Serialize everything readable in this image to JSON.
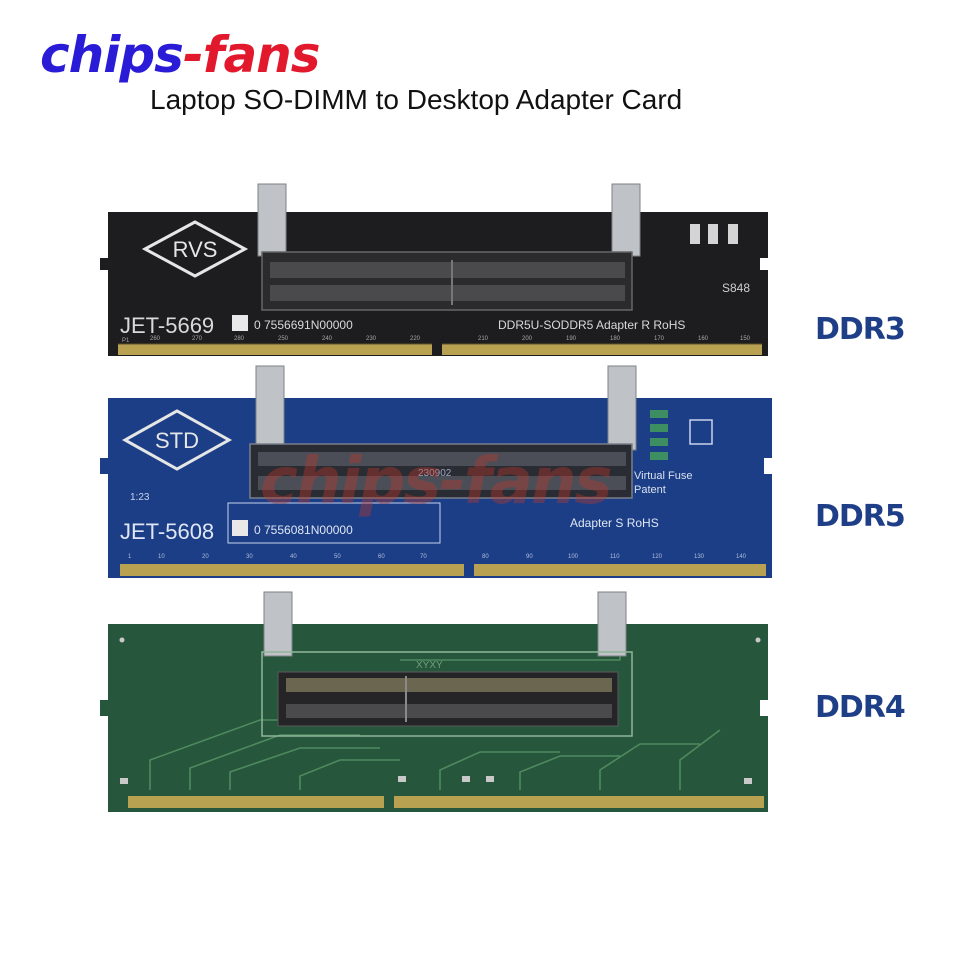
{
  "brand": {
    "part1": "chips",
    "part2": "-fans",
    "color1": "#2a1bd6",
    "color2": "#e2192c"
  },
  "subtitle": "Laptop SO-DIMM to Desktop Adapter Card",
  "watermark": "chips-fans",
  "cards": [
    {
      "label": "DDR3",
      "board_color": "#1d1d1f",
      "badge": "RVS",
      "model": "JET-5669",
      "serial": "0 7556691N00000",
      "adapter_text": "DDR5U-SODDR5  Adapter R   RoHS",
      "code": "S848",
      "pin_labels": [
        "P1",
        "260",
        "270",
        "280",
        "250",
        "240",
        "230",
        "220",
        "210",
        "200",
        "190",
        "180",
        "170",
        "160",
        "150"
      ]
    },
    {
      "label": "DDR5",
      "board_color": "#1b3e86",
      "badge": "STD",
      "model": "JET-5608",
      "serial": "0 7556081N00000",
      "adapter_text": "Adapter  S    RoHS",
      "fuse_text": "Virtual  Fuse",
      "patent_text": "Patent",
      "num_label": "1:23",
      "chip_code": "230902",
      "pin_labels": [
        "1",
        "10",
        "20",
        "30",
        "40",
        "50",
        "60",
        "70",
        "80",
        "90",
        "100",
        "110",
        "120",
        "130",
        "140"
      ]
    },
    {
      "label": "DDR4",
      "board_color": "#26563b",
      "silk": "XYXY"
    }
  ],
  "colors": {
    "label": "#1e3f87",
    "gold": "#b9a152"
  }
}
